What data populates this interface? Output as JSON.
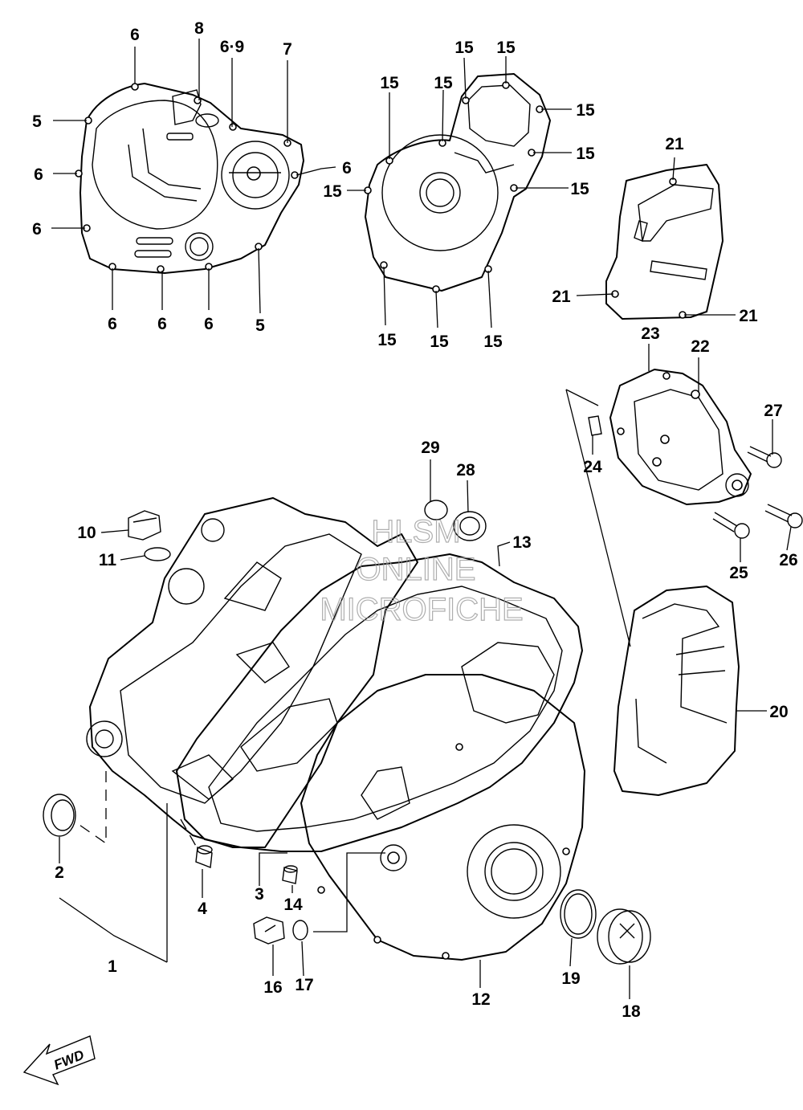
{
  "callouts": {
    "c1": "1",
    "c2": "2",
    "c3": "3",
    "c4": "4",
    "c5a": "5",
    "c5b": "5",
    "c6a": "6",
    "c6b": "6",
    "c6c": "6",
    "c6d": "6",
    "c6e": "6",
    "c6f": "6",
    "c6g": "6",
    "c69": "6·9",
    "c7": "7",
    "c8": "8",
    "c10": "10",
    "c11": "11",
    "c12": "12",
    "c13": "13",
    "c14": "14",
    "c15a": "15",
    "c15b": "15",
    "c15c": "15",
    "c15d": "15",
    "c15e": "15",
    "c15f": "15",
    "c15g": "15",
    "c15h": "15",
    "c15i": "15",
    "c15j": "15",
    "c15k": "15",
    "c16": "16",
    "c17": "17",
    "c18": "18",
    "c19": "19",
    "c20": "20",
    "c21a": "21",
    "c21b": "21",
    "c21c": "21",
    "c22": "22",
    "c23": "23",
    "c24": "24",
    "c25": "25",
    "c26": "26",
    "c27": "27",
    "c28": "28",
    "c29": "29"
  },
  "watermark": {
    "line1": "HLSM",
    "line2": "ONLINE",
    "line3": "MICROFICHE"
  },
  "fwd_label": "FWD"
}
